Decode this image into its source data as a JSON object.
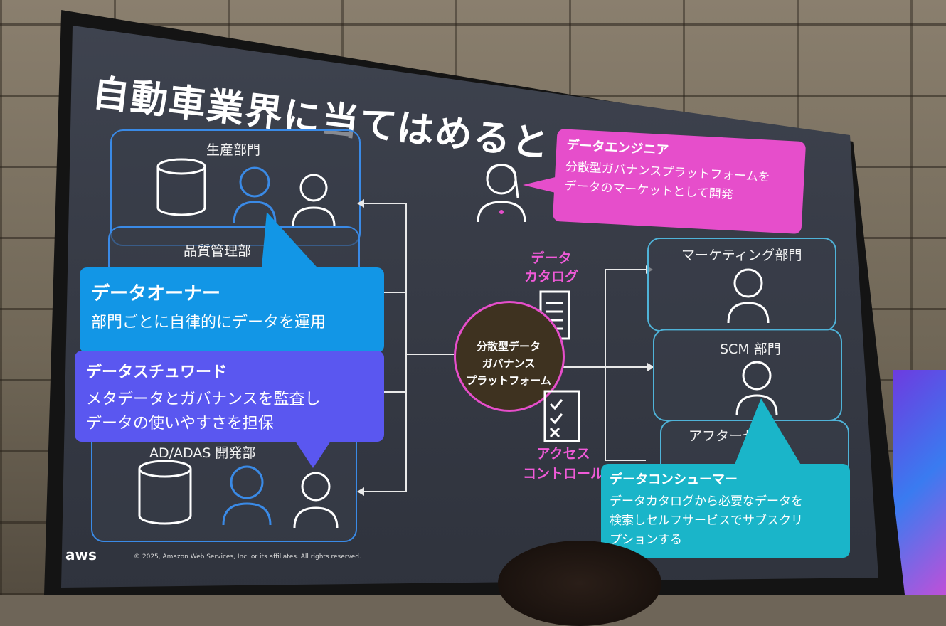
{
  "slide": {
    "title": "自動車業界に当てはめると",
    "copyright": "© 2025, Amazon Web Services, Inc. or its affiliates. All rights reserved.",
    "logo": "aws"
  },
  "departments": {
    "production": "生産部門",
    "quality": "品質管理部",
    "adas": "AD/ADAS 開発部",
    "marketing": "マーケティング部門",
    "scm": "SCM 部門",
    "aftersales": "アフターセ"
  },
  "center": {
    "line1": "分散型データ",
    "line2": "ガバナンス",
    "line3": "プラットフォーム"
  },
  "catalog": {
    "line1": "データ",
    "line2": "カタログ"
  },
  "access": {
    "line1": "アクセス",
    "line2": "コントロール"
  },
  "callouts": {
    "engineer": {
      "title": "データエンジニア",
      "body1": "分散型ガバナンスプラットフォームを",
      "body2": "データのマーケットとして開発"
    },
    "owner": {
      "title": "データオーナー",
      "body1": "部門ごとに自律的にデータを運用"
    },
    "steward": {
      "title": "データスチュワード",
      "body1": "メタデータとガバナンスを監査し",
      "body2": "データの使いやすさを担保"
    },
    "consumer": {
      "title": "データコンシューマー",
      "body1": "データカタログから必要なデータを",
      "body2": "検索しセルフサービスでサブスクリ",
      "body3": "プションする"
    }
  },
  "colors": {
    "pink": "#e64ecb",
    "blue": "#1296e6",
    "purple": "#5a57f0",
    "teal": "#1ab5c9",
    "outline": "#3a8ae6"
  },
  "icons": [
    "database-icon",
    "person-icon",
    "engineer-icon",
    "document-icon",
    "checklist-icon"
  ]
}
